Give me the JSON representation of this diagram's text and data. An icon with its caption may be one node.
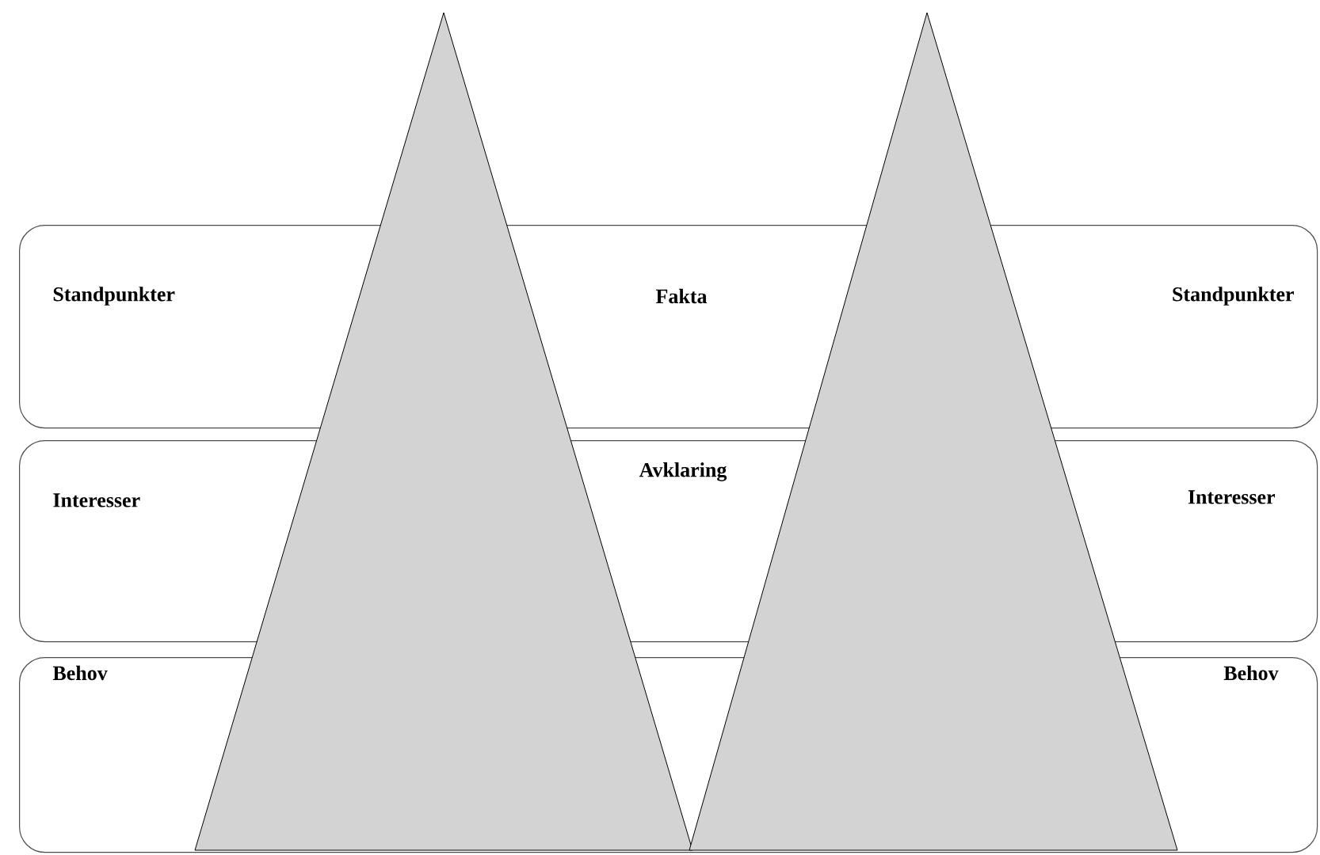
{
  "diagram": {
    "nodes": [
      {
        "text": [
          "Standpunkter",
          "Fakta",
          "Standpunkter"
        ]
      },
      {
        "text": [
          "Interesser",
          "Avklaring",
          "Interesser"
        ]
      },
      {
        "text": [
          "Behov",
          "Behov"
        ]
      },
      {
        "text": [],
        "shape": "triangle"
      },
      {
        "text": [],
        "shape": "triangle"
      }
    ]
  }
}
